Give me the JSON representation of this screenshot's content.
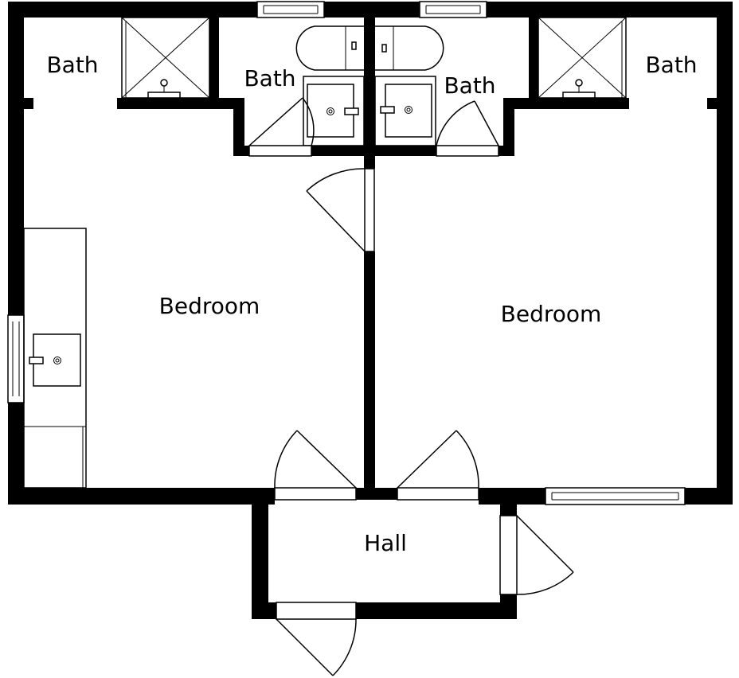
{
  "rooms": {
    "bath_far_left": "Bath",
    "bath_center_left": "Bath",
    "bath_center_right": "Bath",
    "bath_far_right": "Bath",
    "bedroom_left": "Bedroom",
    "bedroom_right": "Bedroom",
    "hall": "Hall"
  },
  "colors": {
    "wall": "#000000",
    "background": "#ffffff"
  }
}
